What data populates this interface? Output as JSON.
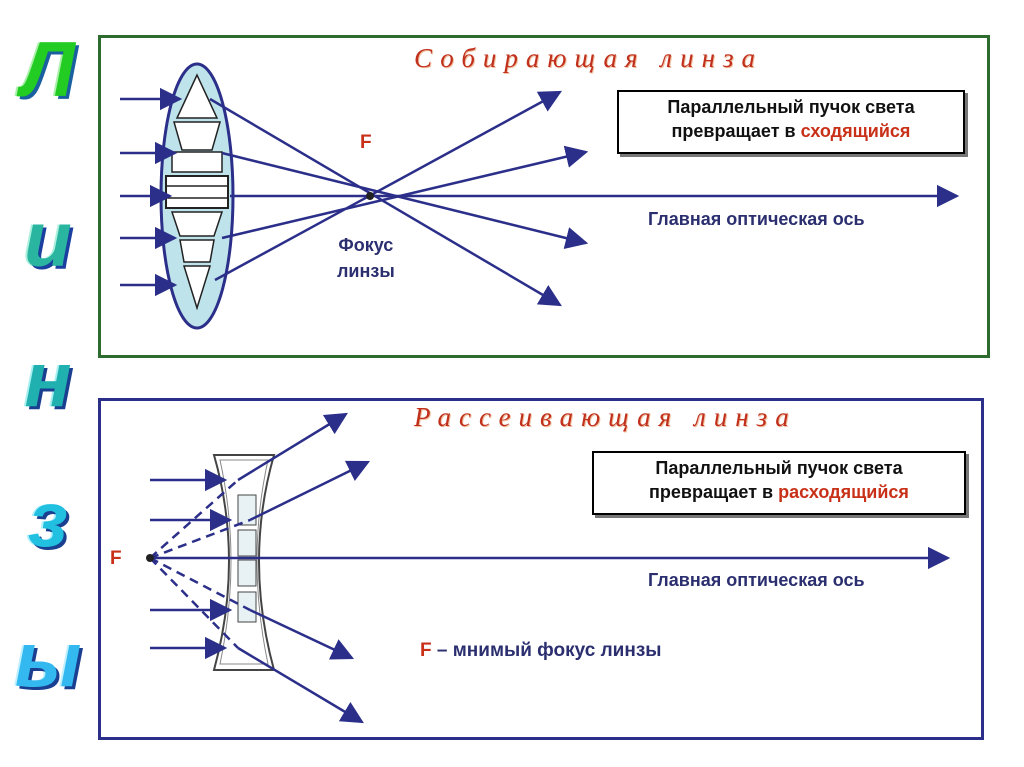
{
  "side_letters": [
    "Л",
    "и",
    "н",
    "з",
    "ы"
  ],
  "converging": {
    "title": "Собирающая линза",
    "box_line1": "Параллельный пучок света",
    "box_line2_prefix": "превращает в ",
    "box_line2_highlight": "сходящийся",
    "focus_letter": "F",
    "focus_label_line1": "Фокус",
    "focus_label_line2": "линзы",
    "axis_label": "Главная оптическая ось"
  },
  "diverging": {
    "title": "Рассеивающая линза",
    "box_line1": "Параллельный пучок света",
    "box_line2_prefix": "превращает в ",
    "box_line2_highlight": "расходящийся",
    "focus_letter": "F",
    "axis_label": "Главная оптическая ось",
    "note_letter": "F",
    "note_text": " – мнимый фокус линзы"
  },
  "colors": {
    "ray": "#2b2f8a",
    "accent_red": "#c83018",
    "lens_fill": "#bfe3ea",
    "top_border": "#2e6b2e",
    "bottom_border": "#2b2f8a"
  }
}
